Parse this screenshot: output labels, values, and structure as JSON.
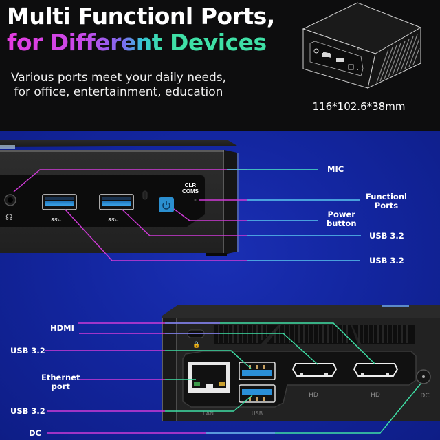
{
  "header": {
    "title_line1": "Multi Functionl Ports,",
    "title_line2": "for Different Devices",
    "subtitle_line1": "Various ports meet your daily needs,",
    "subtitle_line2": "for office, entertainment, education",
    "dimensions": "116*102.6*38mm"
  },
  "front_panel": {
    "clr_label_line1": "CLR",
    "clr_label_line2": "COMS",
    "usb_logo": "SS",
    "callouts": [
      {
        "label": "MIC"
      },
      {
        "label_line1": "Functionl",
        "label_line2": "Ports"
      },
      {
        "label_line1": "Power",
        "label_line2": "button"
      },
      {
        "label": "USB 3.2"
      },
      {
        "label": "USB 3.2"
      }
    ]
  },
  "rear_panel": {
    "port_labels": {
      "lan": "LAN",
      "usb": "USB",
      "hd1": "HD",
      "hd2": "HD",
      "dc": "DC"
    },
    "callouts": [
      {
        "label": "HDMI"
      },
      {
        "label": "USB 3.2"
      },
      {
        "label_line1": "Ethernet",
        "label_line2": "port"
      },
      {
        "label": "USB 3.2"
      },
      {
        "label": "DC"
      }
    ]
  },
  "colors": {
    "background_top": "#0d0d0e",
    "background_blue": "#1326a0",
    "line_magenta": "#d03ad8",
    "line_teal": "#3fe0a6",
    "line_cyan": "#5ac8f0",
    "usb_blue": "#2a8fd8"
  }
}
